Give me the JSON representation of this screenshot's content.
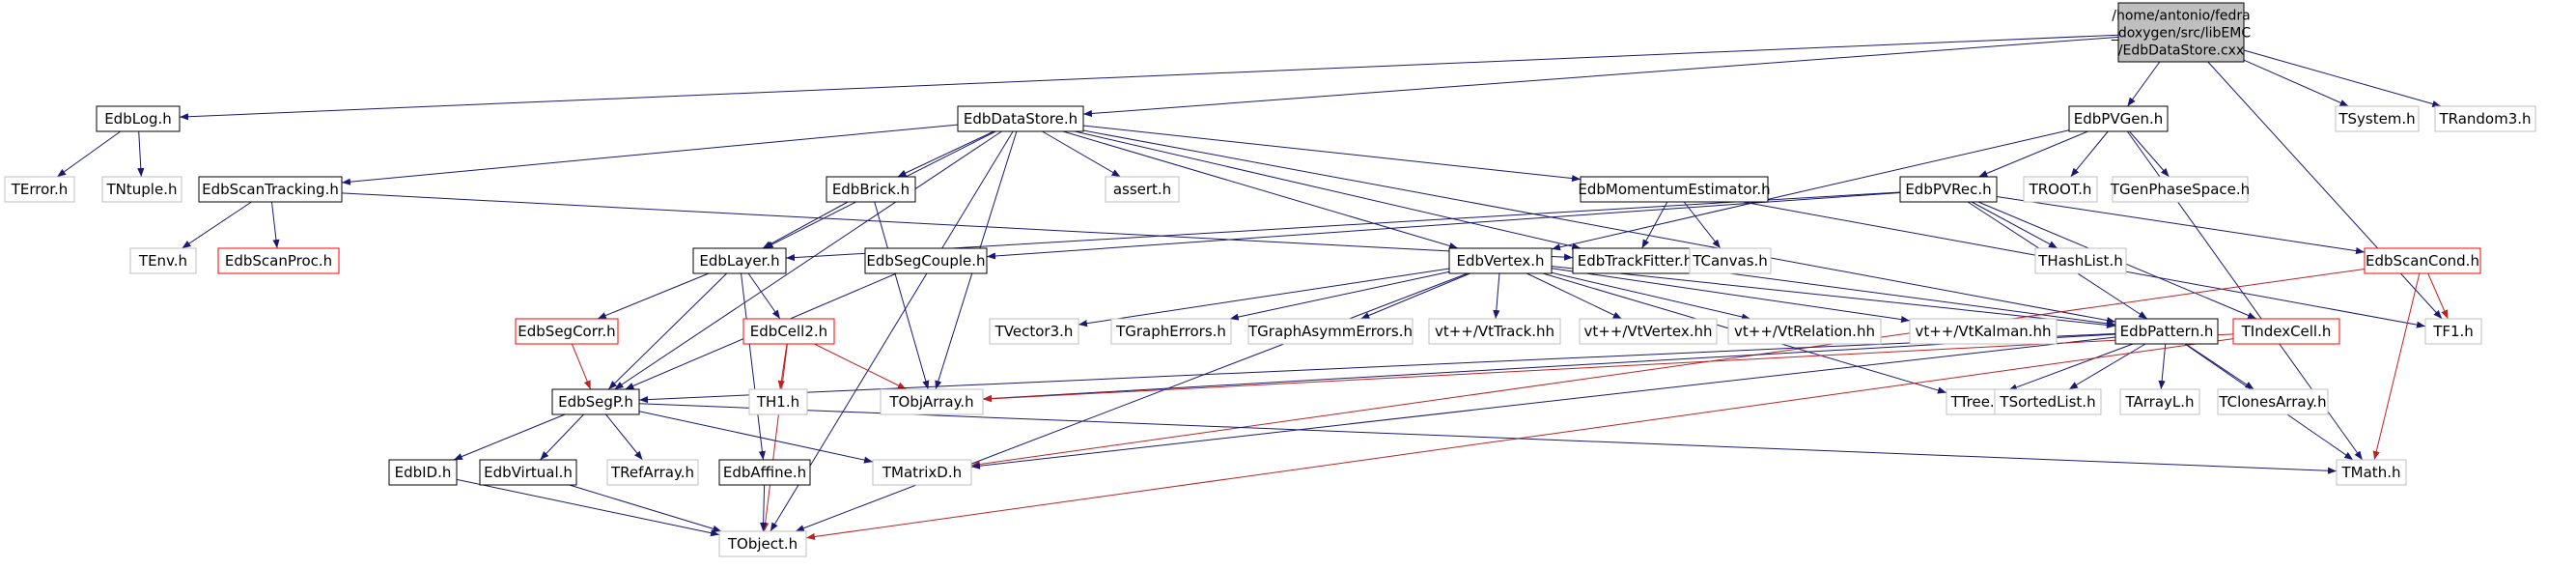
{
  "diagram": {
    "title": "",
    "colors": {
      "background": "#ffffff",
      "edge": "#191970",
      "edge_red": "#bb2222",
      "box_black": "#000000",
      "box_gray": "#bfbfbf",
      "box_red": "#ff0000",
      "root_fill": "#bfbfbf",
      "text": "#000000",
      "text_gray": "#7f7f7f"
    },
    "nodes": [
      {
        "id": "root",
        "lines": [
          "/home/antonio/fedra",
          "_doxygen/src/libEMC",
          "/EdbDataStore.cxx"
        ],
        "style": "root"
      },
      {
        "id": "EdbLog",
        "lines": [
          "EdbLog.h"
        ],
        "style": "black"
      },
      {
        "id": "EdbDataStore",
        "lines": [
          "EdbDataStore.h"
        ],
        "style": "black"
      },
      {
        "id": "EdbPVGen",
        "lines": [
          "EdbPVGen.h"
        ],
        "style": "black"
      },
      {
        "id": "TSystem",
        "lines": [
          "TSystem.h"
        ],
        "style": "gray"
      },
      {
        "id": "TRandom3",
        "lines": [
          "TRandom3.h"
        ],
        "style": "gray"
      },
      {
        "id": "TError",
        "lines": [
          "TError.h"
        ],
        "style": "gray"
      },
      {
        "id": "TNtuple",
        "lines": [
          "TNtuple.h"
        ],
        "style": "gray"
      },
      {
        "id": "EdbScanTracking",
        "lines": [
          "EdbScanTracking.h"
        ],
        "style": "black"
      },
      {
        "id": "EdbBrick",
        "lines": [
          "EdbBrick.h"
        ],
        "style": "black"
      },
      {
        "id": "assert",
        "lines": [
          "assert.h"
        ],
        "style": "gray"
      },
      {
        "id": "EdbMomentumEstimator",
        "lines": [
          "EdbMomentumEstimator.h"
        ],
        "style": "black"
      },
      {
        "id": "TROOT",
        "lines": [
          "TROOT.h"
        ],
        "style": "gray"
      },
      {
        "id": "TGenPhaseSpace",
        "lines": [
          "TGenPhaseSpace.h"
        ],
        "style": "gray"
      },
      {
        "id": "EdbPVRec",
        "lines": [
          "EdbPVRec.h"
        ],
        "style": "black"
      },
      {
        "id": "TEnv",
        "lines": [
          "TEnv.h"
        ],
        "style": "gray"
      },
      {
        "id": "EdbScanProc",
        "lines": [
          "EdbScanProc.h"
        ],
        "style": "red"
      },
      {
        "id": "EdbLayer",
        "lines": [
          "EdbLayer.h"
        ],
        "style": "black"
      },
      {
        "id": "EdbSegCouple",
        "lines": [
          "EdbSegCouple.h"
        ],
        "style": "black"
      },
      {
        "id": "EdbVertex",
        "lines": [
          "EdbVertex.h"
        ],
        "style": "black"
      },
      {
        "id": "EdbTrackFitter",
        "lines": [
          "EdbTrackFitter.h"
        ],
        "style": "black"
      },
      {
        "id": "TCanvas",
        "lines": [
          "TCanvas.h"
        ],
        "style": "gray"
      },
      {
        "id": "THashList",
        "lines": [
          "THashList.h"
        ],
        "style": "gray"
      },
      {
        "id": "EdbScanCond",
        "lines": [
          "EdbScanCond.h"
        ],
        "style": "red"
      },
      {
        "id": "EdbSegCorr",
        "lines": [
          "EdbSegCorr.h"
        ],
        "style": "red"
      },
      {
        "id": "EdbCell2",
        "lines": [
          "EdbCell2.h"
        ],
        "style": "red"
      },
      {
        "id": "TVector3",
        "lines": [
          "TVector3.h"
        ],
        "style": "gray"
      },
      {
        "id": "TGraphErrors",
        "lines": [
          "TGraphErrors.h"
        ],
        "style": "gray"
      },
      {
        "id": "TGraphAsymmErrors",
        "lines": [
          "TGraphAsymmErrors.h"
        ],
        "style": "gray"
      },
      {
        "id": "VtTrack",
        "lines": [
          "vt++/VtTrack.hh"
        ],
        "style": "gray"
      },
      {
        "id": "VtVertex",
        "lines": [
          "vt++/VtVertex.hh"
        ],
        "style": "gray"
      },
      {
        "id": "VtRelation",
        "lines": [
          "vt++/VtRelation.hh"
        ],
        "style": "gray"
      },
      {
        "id": "VtKalman",
        "lines": [
          "vt++/VtKalman.hh"
        ],
        "style": "gray"
      },
      {
        "id": "EdbPattern",
        "lines": [
          "EdbPattern.h"
        ],
        "style": "black"
      },
      {
        "id": "TIndexCell",
        "lines": [
          "TIndexCell.h"
        ],
        "style": "red"
      },
      {
        "id": "TF1",
        "lines": [
          "TF1.h"
        ],
        "style": "gray"
      },
      {
        "id": "EdbSegP",
        "lines": [
          "EdbSegP.h"
        ],
        "style": "black"
      },
      {
        "id": "TH1",
        "lines": [
          "TH1.h"
        ],
        "style": "gray"
      },
      {
        "id": "TObjArray",
        "lines": [
          "TObjArray.h"
        ],
        "style": "gray"
      },
      {
        "id": "TTree",
        "lines": [
          "TTree.h"
        ],
        "style": "gray"
      },
      {
        "id": "TSortedList",
        "lines": [
          "TSortedList.h"
        ],
        "style": "gray"
      },
      {
        "id": "TArrayL",
        "lines": [
          "TArrayL.h"
        ],
        "style": "gray"
      },
      {
        "id": "TClonesArray",
        "lines": [
          "TClonesArray.h"
        ],
        "style": "gray"
      },
      {
        "id": "EdbID",
        "lines": [
          "EdbID.h"
        ],
        "style": "black"
      },
      {
        "id": "EdbVirtual",
        "lines": [
          "EdbVirtual.h"
        ],
        "style": "black"
      },
      {
        "id": "TRefArray",
        "lines": [
          "TRefArray.h"
        ],
        "style": "gray"
      },
      {
        "id": "EdbAffine",
        "lines": [
          "EdbAffine.h"
        ],
        "style": "black"
      },
      {
        "id": "TMatrixD",
        "lines": [
          "TMatrixD.h"
        ],
        "style": "gray"
      },
      {
        "id": "TMath",
        "lines": [
          "TMath.h"
        ],
        "style": "gray"
      },
      {
        "id": "TObject",
        "lines": [
          "TObject.h"
        ],
        "style": "gray"
      }
    ],
    "edges": [
      [
        "root",
        "EdbLog"
      ],
      [
        "root",
        "EdbDataStore"
      ],
      [
        "root",
        "EdbPVGen"
      ],
      [
        "root",
        "TSystem"
      ],
      [
        "root",
        "TRandom3"
      ],
      [
        "root",
        "TF1"
      ],
      [
        "EdbLog",
        "TError"
      ],
      [
        "EdbLog",
        "TNtuple"
      ],
      [
        "EdbDataStore",
        "EdbScanTracking"
      ],
      [
        "EdbDataStore",
        "EdbBrick"
      ],
      [
        "EdbDataStore",
        "assert"
      ],
      [
        "EdbDataStore",
        "EdbMomentumEstimator"
      ],
      [
        "EdbDataStore",
        "EdbLayer"
      ],
      [
        "EdbDataStore",
        "EdbVertex"
      ],
      [
        "EdbDataStore",
        "EdbTrackFitter"
      ],
      [
        "EdbDataStore",
        "EdbPattern"
      ],
      [
        "EdbDataStore",
        "EdbSegP"
      ],
      [
        "EdbDataStore",
        "TObjArray"
      ],
      [
        "EdbDataStore",
        "TObject"
      ],
      [
        "EdbPVGen",
        "TROOT"
      ],
      [
        "EdbPVGen",
        "TGenPhaseSpace"
      ],
      [
        "EdbPVGen",
        "EdbPVRec"
      ],
      [
        "EdbPVGen",
        "EdbVertex"
      ],
      [
        "EdbPVGen",
        "TMath"
      ],
      [
        "EdbScanTracking",
        "TEnv"
      ],
      [
        "EdbScanTracking",
        "EdbScanProc"
      ],
      [
        "EdbScanTracking",
        "EdbTrackFitter"
      ],
      [
        "EdbBrick",
        "EdbLayer"
      ],
      [
        "EdbBrick",
        "TObjArray"
      ],
      [
        "EdbMomentumEstimator",
        "EdbTrackFitter"
      ],
      [
        "EdbMomentumEstimator",
        "TCanvas"
      ],
      [
        "EdbMomentumEstimator",
        "TF1"
      ],
      [
        "EdbPVRec",
        "EdbLayer"
      ],
      [
        "EdbPVRec",
        "EdbSegCouple"
      ],
      [
        "EdbPVRec",
        "EdbScanCond"
      ],
      [
        "EdbPVRec",
        "THashList"
      ],
      [
        "EdbPVRec",
        "EdbPattern"
      ],
      [
        "EdbPVRec",
        "TIndexCell"
      ],
      [
        "EdbLayer",
        "EdbSegCorr"
      ],
      [
        "EdbLayer",
        "EdbCell2"
      ],
      [
        "EdbLayer",
        "EdbAffine"
      ],
      [
        "EdbLayer",
        "EdbSegP"
      ],
      [
        "EdbSegCouple",
        "EdbSegP"
      ],
      [
        "EdbVertex",
        "TVector3"
      ],
      [
        "EdbVertex",
        "TGraphErrors"
      ],
      [
        "EdbVertex",
        "TGraphAsymmErrors"
      ],
      [
        "EdbVertex",
        "VtTrack"
      ],
      [
        "EdbVertex",
        "VtVertex"
      ],
      [
        "EdbVertex",
        "VtRelation"
      ],
      [
        "EdbVertex",
        "VtKalman"
      ],
      [
        "EdbVertex",
        "EdbPattern"
      ],
      [
        "EdbVertex",
        "TObject"
      ],
      [
        "EdbVertex",
        "TTree"
      ],
      [
        "EdbTrackFitter",
        "EdbPattern"
      ],
      [
        "EdbScanCond",
        "TF1"
      ],
      [
        "EdbScanCond",
        "TMath"
      ],
      [
        "EdbScanCond",
        "TMatrixD"
      ],
      [
        "EdbSegCorr",
        "EdbSegP"
      ],
      [
        "EdbCell2",
        "TH1"
      ],
      [
        "EdbCell2",
        "TObjArray"
      ],
      [
        "EdbCell2",
        "TObject"
      ],
      [
        "EdbPattern",
        "TObjArray"
      ],
      [
        "EdbPattern",
        "EdbSegP"
      ],
      [
        "EdbPattern",
        "TTree"
      ],
      [
        "EdbPattern",
        "TSortedList"
      ],
      [
        "EdbPattern",
        "TArrayL"
      ],
      [
        "EdbPattern",
        "TClonesArray"
      ],
      [
        "EdbPattern",
        "TMath"
      ],
      [
        "EdbPattern",
        "TMatrixD"
      ],
      [
        "TIndexCell",
        "TObjArray"
      ],
      [
        "TIndexCell",
        "TObject"
      ],
      [
        "EdbSegP",
        "EdbID"
      ],
      [
        "EdbSegP",
        "EdbVirtual"
      ],
      [
        "EdbSegP",
        "TRefArray"
      ],
      [
        "EdbSegP",
        "TMatrixD"
      ],
      [
        "EdbSegP",
        "TMath"
      ],
      [
        "EdbID",
        "TObject"
      ],
      [
        "EdbVirtual",
        "TObject"
      ],
      [
        "EdbAffine",
        "TObject"
      ]
    ]
  }
}
